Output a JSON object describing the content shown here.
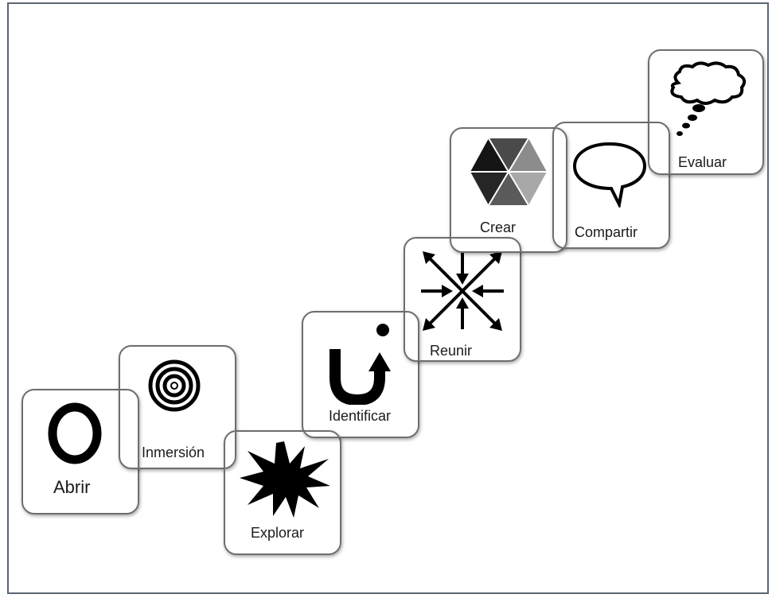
{
  "diagram": {
    "steps": [
      {
        "id": "abrir",
        "label": "Abrir",
        "icon": "ring-icon"
      },
      {
        "id": "inmersion",
        "label": "Inmersión",
        "icon": "concentric-circles-icon"
      },
      {
        "id": "explorar",
        "label": "Explorar",
        "icon": "starburst-icon"
      },
      {
        "id": "identificar",
        "label": "Identificar",
        "icon": "curved-arrow-dot-icon"
      },
      {
        "id": "reunir",
        "label": "Reunir",
        "icon": "converging-arrows-icon"
      },
      {
        "id": "crear",
        "label": "Crear",
        "icon": "hexagon-icon"
      },
      {
        "id": "compartir",
        "label": "Compartir",
        "icon": "speech-bubble-icon"
      },
      {
        "id": "evaluar",
        "label": "Evaluar",
        "icon": "thought-bubble-icon"
      }
    ]
  },
  "colors": {
    "frame": "#5a6674",
    "box_border": "#6e6e6e",
    "icon": "#000000",
    "hex_dark": "#1e1e1e",
    "hex_mid": "#5a5a5a",
    "hex_light": "#a8a8a8"
  }
}
